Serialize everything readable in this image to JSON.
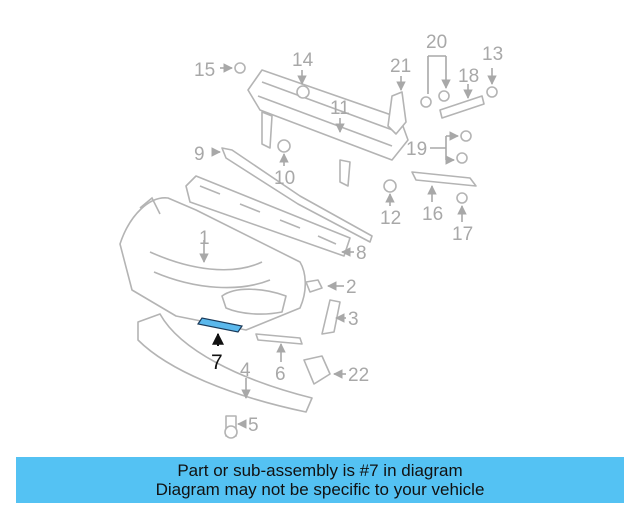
{
  "callouts": {
    "c1": "1",
    "c2": "2",
    "c3": "3",
    "c4": "4",
    "c5": "5",
    "c6": "6",
    "c7": "7",
    "c8": "8",
    "c9": "9",
    "c10": "10",
    "c11": "11",
    "c12": "12",
    "c13": "13",
    "c14": "14",
    "c15": "15",
    "c16": "16",
    "c17": "17",
    "c18": "18",
    "c19": "19",
    "c20": "20",
    "c21": "21",
    "c22": "22"
  },
  "highlight": {
    "part_number": "7",
    "color": "#5bb8ec"
  },
  "banner": {
    "line1": "Part or sub-assembly is #7 in diagram",
    "line2": "Diagram may not be specific to your vehicle",
    "color": "#54c2f3"
  }
}
